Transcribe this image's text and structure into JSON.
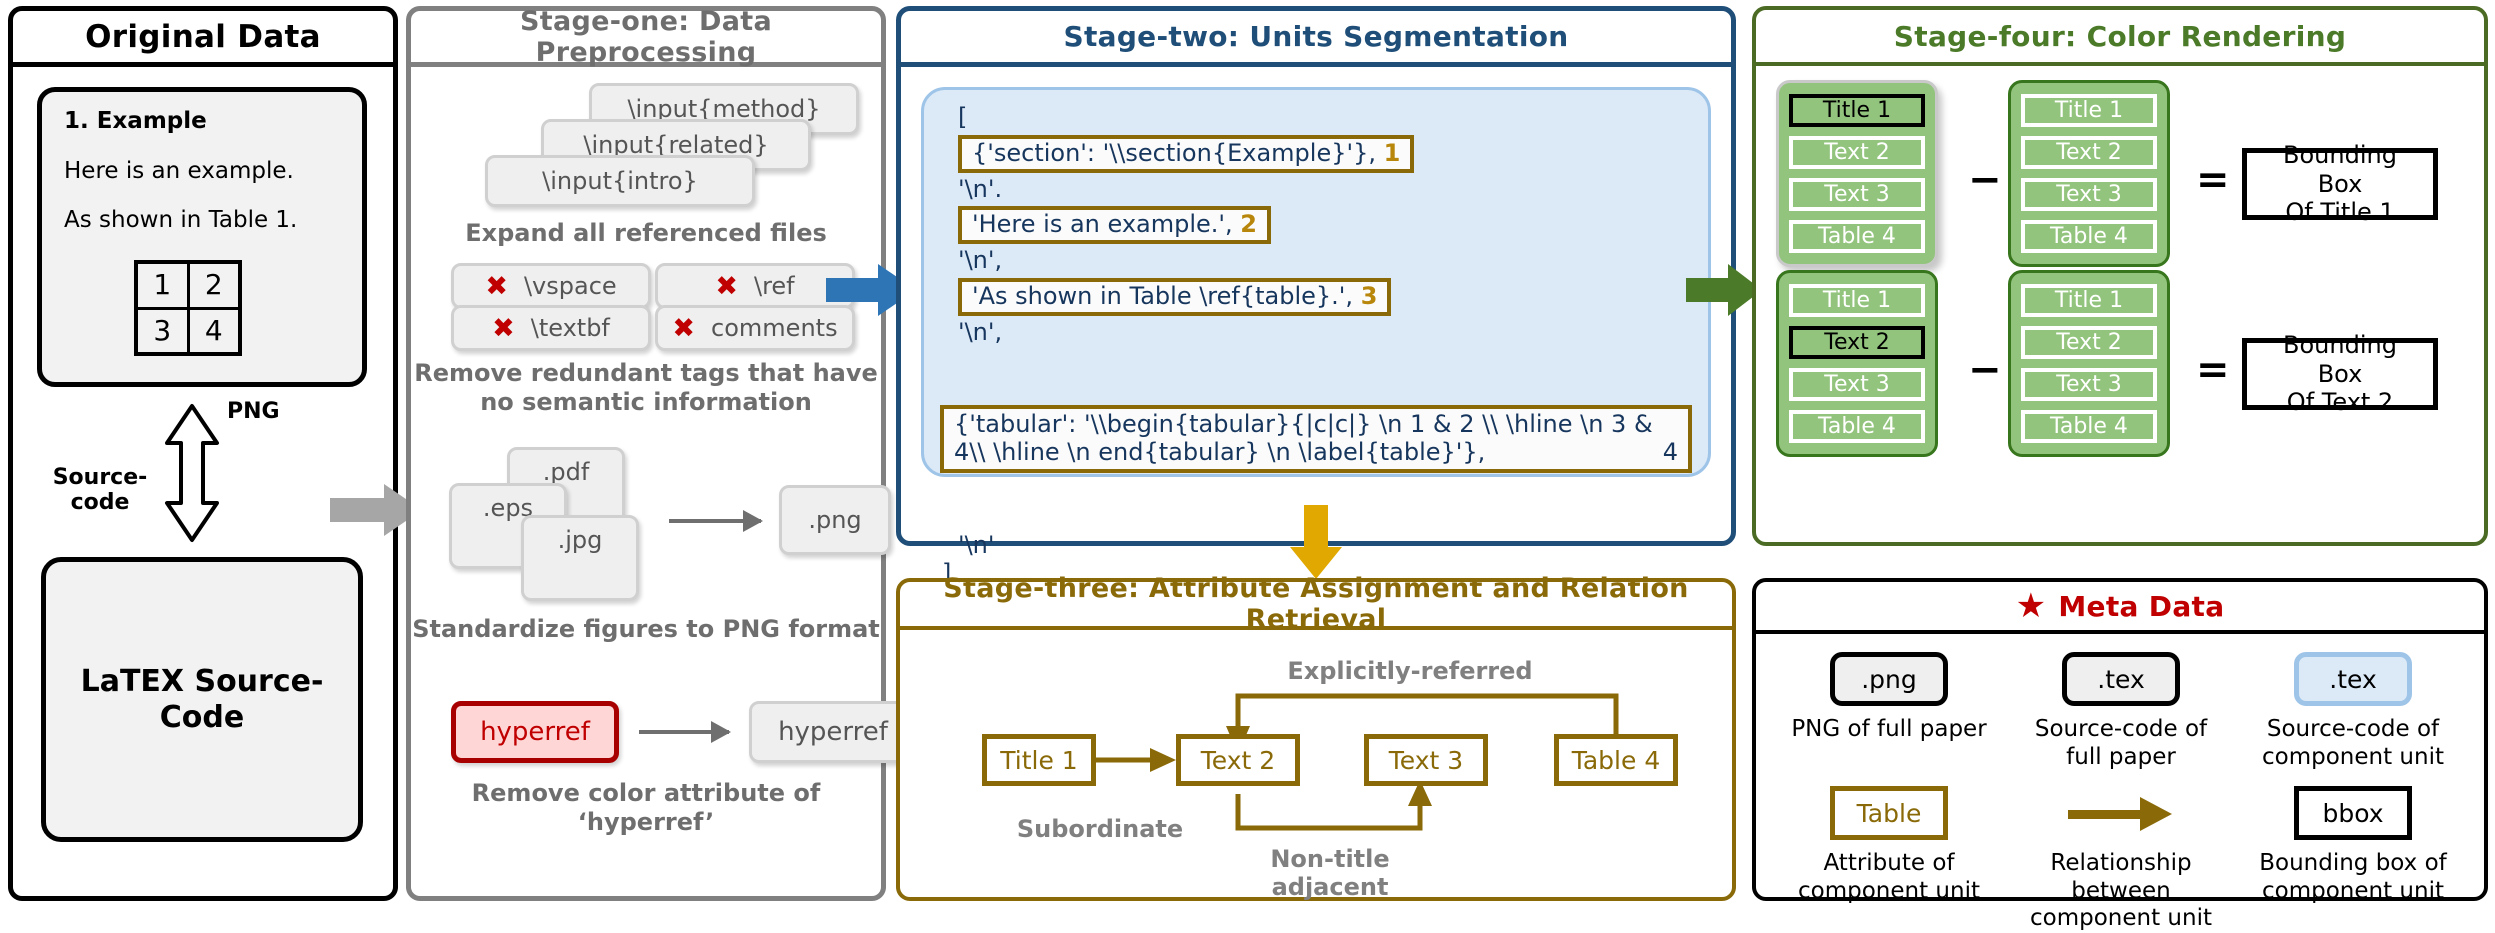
{
  "panels": {
    "original": {
      "title": "Original Data",
      "doc": {
        "line0": "1. Example",
        "line1": "Here is an example.",
        "line2": "As shown in Table 1.",
        "table": [
          [
            "1",
            "2"
          ],
          [
            "3",
            "4"
          ]
        ]
      },
      "arrow_up_label": "PNG",
      "arrow_down_label": "Source-\ncode",
      "source_card": "LaTEX Source-\nCode"
    },
    "stage_one": {
      "title": "Stage-one: Data Preprocessing",
      "group1": {
        "tags": [
          "\\input{method}",
          "\\input{related}",
          "\\input{intro}"
        ],
        "caption": "Expand all referenced files"
      },
      "group2": {
        "tags": [
          "\\vspace",
          "\\ref",
          "\\textbf",
          "comments"
        ],
        "mark": "✖",
        "caption": "Remove redundant tags that have\nno semantic information"
      },
      "group3": {
        "from": [
          ".pdf",
          ".eps",
          ".jpg"
        ],
        "to": ".png",
        "caption": "Standardize figures to PNG format"
      },
      "group4": {
        "from": "hyperref",
        "to": "hyperref",
        "caption": "Remove color attribute of ‘hyperref’"
      }
    },
    "stage_two": {
      "title": "Stage-two: Units Segmentation",
      "code": {
        "open": "[",
        "close": "]",
        "entries": [
          {
            "text": "{'section': '\\\\section{Example}'},",
            "num": "1",
            "highlight": true
          },
          {
            "text": "'\\n'.",
            "highlight": false
          },
          {
            "text": "'Here is an example.',",
            "num": "2",
            "highlight": true
          },
          {
            "text": "'\\n',",
            "highlight": false
          },
          {
            "text": "'As shown in Table \\ref{table}.',",
            "num": "3",
            "highlight": true
          },
          {
            "text": "'\\n',",
            "highlight": false
          },
          {
            "text": "{'tabular': '\\\\begin{tabular}{|c|c|} \\n 1 & 2 \\\\ \\hline \\n 3 & 4\\\\ \\hline \\n end{tabular} \\n \\label{table}'},",
            "num": "4",
            "highlight": true
          },
          {
            "text": "'\\n'",
            "highlight": false
          }
        ]
      }
    },
    "stage_three": {
      "title": "Stage-three: Attribute Assignment and Relation Retrieval",
      "nodes": [
        "Title 1",
        "Text 2",
        "Text 3",
        "Table 4"
      ],
      "edge_labels": {
        "top": "Explicitly-referred",
        "left": "Subordinate",
        "bottom": "Non-title\nadjacent"
      }
    },
    "stage_four": {
      "title": "Stage-four: Color Rendering",
      "rows": [
        {
          "left_chips": [
            "Title 1",
            "Text 2",
            "Text 3",
            "Table 4"
          ],
          "left_highlight_index": 0,
          "right_chips": [
            "Title 1",
            "Text 2",
            "Text 3",
            "Table 4"
          ],
          "minus": "−",
          "equals": "=",
          "result": "Bounding Box\nOf Title 1"
        },
        {
          "left_chips": [
            "Title 1",
            "Text 2",
            "Text 3",
            "Table 4"
          ],
          "left_highlight_index": 1,
          "right_chips": [
            "Title 1",
            "Text 2",
            "Text 3",
            "Table 4"
          ],
          "minus": "−",
          "equals": "=",
          "result": "Bounding Box\nOf Text 2"
        }
      ]
    },
    "meta": {
      "title": "Meta Data",
      "star": "★",
      "items": [
        {
          "chip": ".png",
          "style": "plain",
          "caption": "PNG of full paper"
        },
        {
          "chip": ".tex",
          "style": "plain",
          "caption": "Source-code of\nfull paper"
        },
        {
          "chip": ".tex",
          "style": "blue",
          "caption": "Source-code of\ncomponent unit"
        },
        {
          "chip": "Table",
          "style": "gold",
          "caption": "Attribute of\ncomponent unit"
        },
        {
          "chip": "",
          "style": "arrow",
          "caption": "Relationship between\ncomponent unit"
        },
        {
          "chip": "bbox",
          "style": "square",
          "caption": "Bounding box of\ncomponent unit"
        }
      ]
    }
  },
  "colors": {
    "original_border": "#000000",
    "stage_one": "#808080",
    "stage_two": "#1f4e79",
    "stage_three": "#8a6a08",
    "stage_four": "#4b6b24",
    "meta_accent": "#c00000",
    "green_chip": "#93c47d",
    "red_tag": "#c00000",
    "code_bg": "#dce9f7"
  }
}
